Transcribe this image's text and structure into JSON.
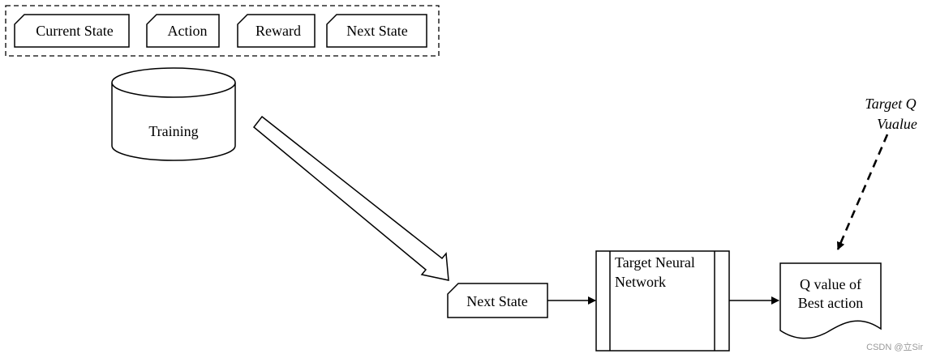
{
  "memory_group": {
    "items": [
      "Current State",
      "Action",
      "Reward",
      "Next State"
    ]
  },
  "database": {
    "label": "Training"
  },
  "next_state_input": {
    "label": "Next State"
  },
  "network": {
    "line1": "Target Neural",
    "line2": "Network"
  },
  "output_document": {
    "line1": "Q value of",
    "line2": "Best action"
  },
  "target_annotation": {
    "line1": "Target Q",
    "line2": "Vualue"
  },
  "watermark": "CSDN @立Sir"
}
